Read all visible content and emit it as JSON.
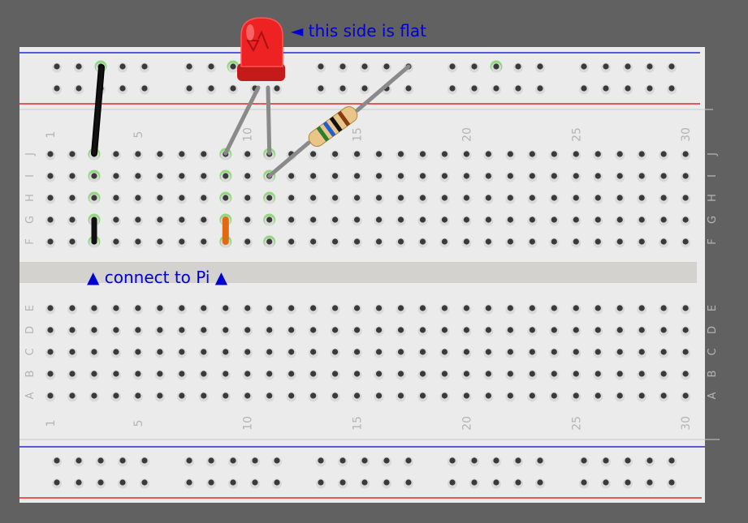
{
  "annotations": {
    "flat_side": "◄ this side is flat",
    "connect_pi": "▲ connect to Pi ▲"
  },
  "column_numbers": [
    "1",
    "5",
    "10",
    "15",
    "20",
    "25",
    "30"
  ],
  "row_letters_top": [
    "J",
    "I",
    "H",
    "G",
    "F"
  ],
  "row_letters_bottom": [
    "E",
    "D",
    "C",
    "B",
    "A"
  ],
  "colors": {
    "background": "#616161",
    "board": "#ebebeb",
    "divider": "#d4d2cf",
    "positive_rail": "#e00000",
    "negative_rail": "#0000d0",
    "hole": "#3a3a3a",
    "hole_active": "#8fd97a",
    "label_text": "#b4b4b4",
    "annotation_text": "#0000d0",
    "led_body": "#ee2222",
    "jumper_black": "#111111",
    "jumper_orange": "#e06a10",
    "lead_gray": "#8a8a8a"
  },
  "components": {
    "led": {
      "color": "red",
      "legs_columns": [
        9,
        11
      ],
      "legs_row": "J"
    },
    "resistor": {
      "bands": [
        "brown",
        "black",
        "blue",
        "green"
      ],
      "from": "I11",
      "to": "top rail 18"
    },
    "jumper_rail": {
      "color": "black",
      "from": "top rail 3",
      "to": "J3"
    },
    "jumper_short_black": {
      "color": "black",
      "column": 3,
      "rows": [
        "G",
        "F"
      ]
    },
    "jumper_short_orange": {
      "color": "orange",
      "column": 9,
      "rows": [
        "G",
        "F"
      ]
    }
  }
}
